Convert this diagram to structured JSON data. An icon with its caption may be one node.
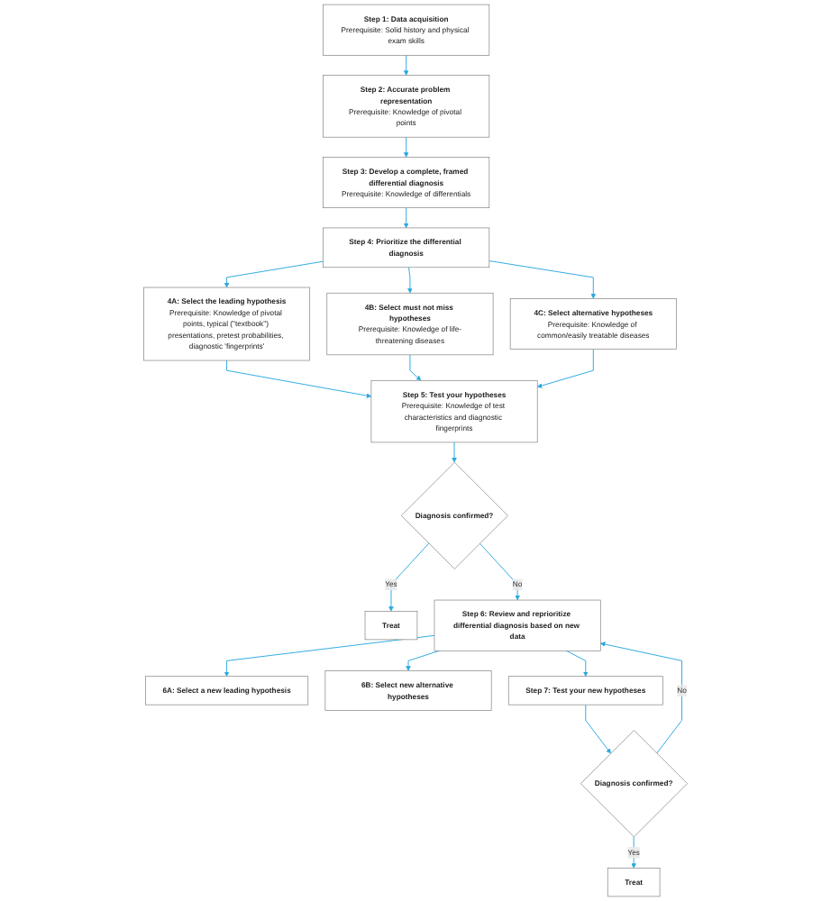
{
  "diagram": {
    "nodes": [
      {
        "text": [
          "Step 1: Data acquisition",
          "Prerequisite: Solid history and physical exam skills"
        ]
      },
      {
        "text": [
          "Step 2: Accurate problem representation",
          "Prerequisite: Knowledge of pivotal points"
        ]
      },
      {
        "text": [
          "Step 3: Develop a complete, framed differential diagnosis",
          "Prerequisite: Knowledge of differentials"
        ]
      },
      {
        "text": [
          "Step 4: Prioritize the differential diagnosis"
        ]
      },
      {
        "text": [
          "4A: Select the leading hypothesis",
          "Prerequisite: Knowledge of pivotal points, typical (\"textbook\") presentations, pretest probabilities, diagnostic 'fingerprints'"
        ]
      },
      {
        "text": [
          "4B: Select must not miss hypotheses",
          "Prerequisite: Knowledge of life-threatening diseases"
        ]
      },
      {
        "text": [
          "4C: Select alternative hypotheses",
          "Prerequisite: Knowledge of common/easily treatable diseases"
        ]
      },
      {
        "text": [
          "Step 5: Test your hypotheses",
          "Prerequisite: Knowledge of test characteristics and diagnostic fingerprints"
        ]
      },
      {
        "text": [
          "Diagnosis confirmed?"
        ]
      },
      {
        "text": [
          "Treat"
        ]
      },
      {
        "text": [
          "Step 6: Review and reprioritize differential diagnosis based on new data"
        ]
      },
      {
        "text": [
          "6A: Select a new leading hypothesis"
        ]
      },
      {
        "text": [
          "6B: Select new alternative hypotheses"
        ]
      },
      {
        "text": [
          "Step 7: Test your new hypotheses"
        ]
      },
      {
        "text": [
          "Diagnosis confirmed?"
        ]
      },
      {
        "text": [
          "Treat"
        ]
      }
    ],
    "edges": [
      {
        "from": 0,
        "to": 1,
        "arrow": "to"
      },
      {
        "from": 1,
        "to": 2,
        "arrow": "to"
      },
      {
        "from": 2,
        "to": 3,
        "arrow": "to"
      },
      {
        "from": 3,
        "to": 4,
        "arrow": "to"
      },
      {
        "from": 3,
        "to": 5,
        "arrow": "to"
      },
      {
        "from": 3,
        "to": 6,
        "arrow": "to"
      },
      {
        "from": 4,
        "to": 7,
        "arrow": "to"
      },
      {
        "from": 5,
        "to": 7,
        "arrow": "to"
      },
      {
        "from": 6,
        "to": 7,
        "arrow": "to"
      },
      {
        "from": 7,
        "to": 8,
        "arrow": "to"
      },
      {
        "from": 8,
        "to": 9,
        "arrow": "to",
        "label": "Yes"
      },
      {
        "from": 8,
        "to": 10,
        "arrow": "to",
        "label": "No"
      },
      {
        "from": 10,
        "to": 11,
        "arrow": "to"
      },
      {
        "from": 10,
        "to": 12,
        "arrow": "to"
      },
      {
        "from": 10,
        "to": 13,
        "arrow": "to"
      },
      {
        "from": 13,
        "to": 14,
        "arrow": "to"
      },
      {
        "from": 14,
        "to": 15,
        "arrow": "to",
        "label": "Yes"
      },
      {
        "from": 14,
        "to": 10,
        "arrow": "to",
        "label": "No"
      }
    ]
  }
}
